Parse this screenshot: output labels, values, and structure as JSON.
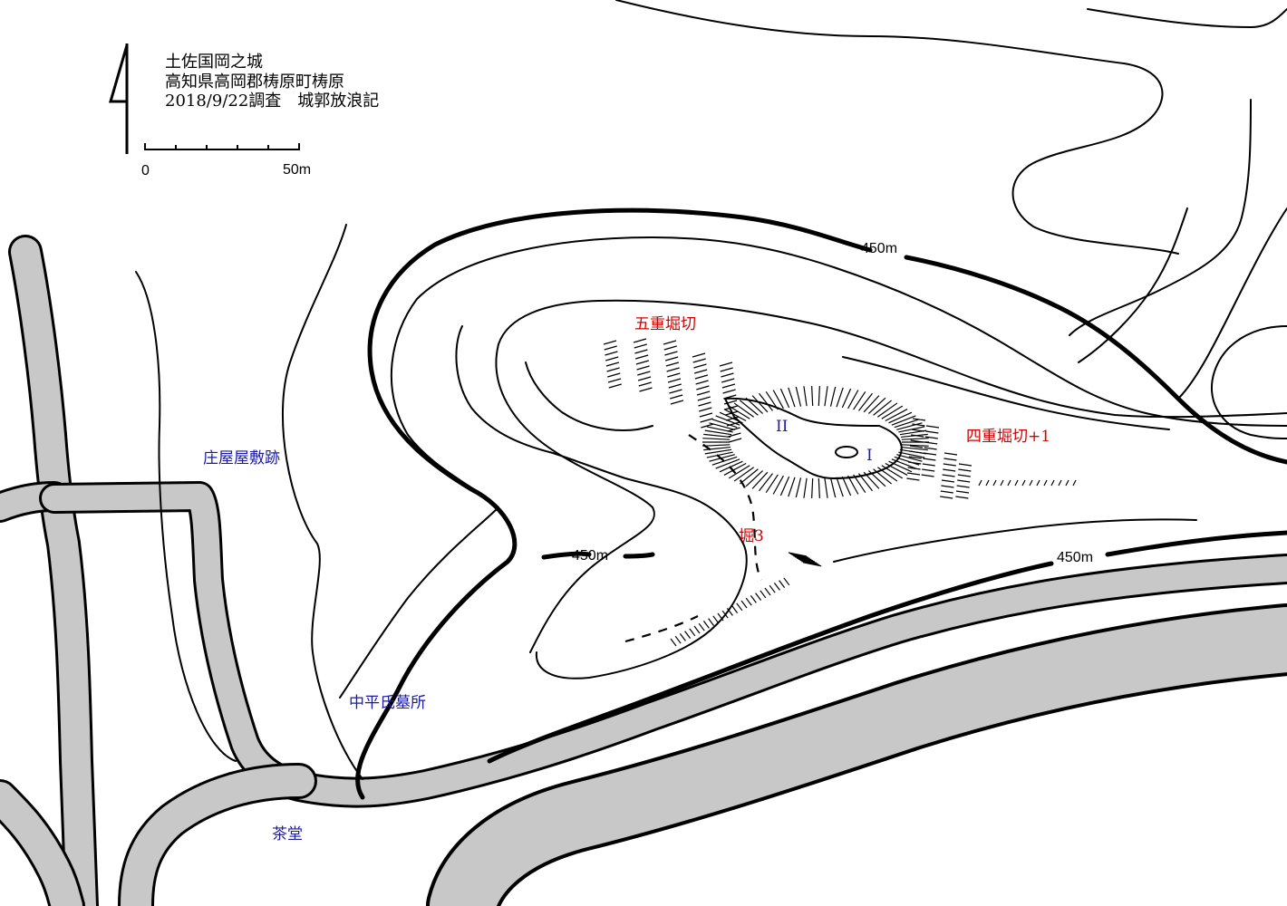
{
  "header": {
    "title": "土佐国岡之城",
    "location": "高知県高岡郡梼原町梼原",
    "survey": "2018/9/22調査　城郭放浪記"
  },
  "scale": {
    "start": "0",
    "end": "50m"
  },
  "labels": {
    "shoya": "庄屋屋敷跡",
    "nakahira": "中平氏墓所",
    "chado": "茶堂",
    "gojuu": "五重堀切",
    "yonjuu": "四重堀切+1",
    "hori3": "堀3",
    "kuruwa1": "I",
    "kuruwa2": "II"
  },
  "elevation": {
    "top": "450m",
    "left": "450m",
    "right": "450m"
  },
  "colors": {
    "blue": "#1a1aa6",
    "red": "#d00000",
    "road": "#c8c8c8"
  }
}
